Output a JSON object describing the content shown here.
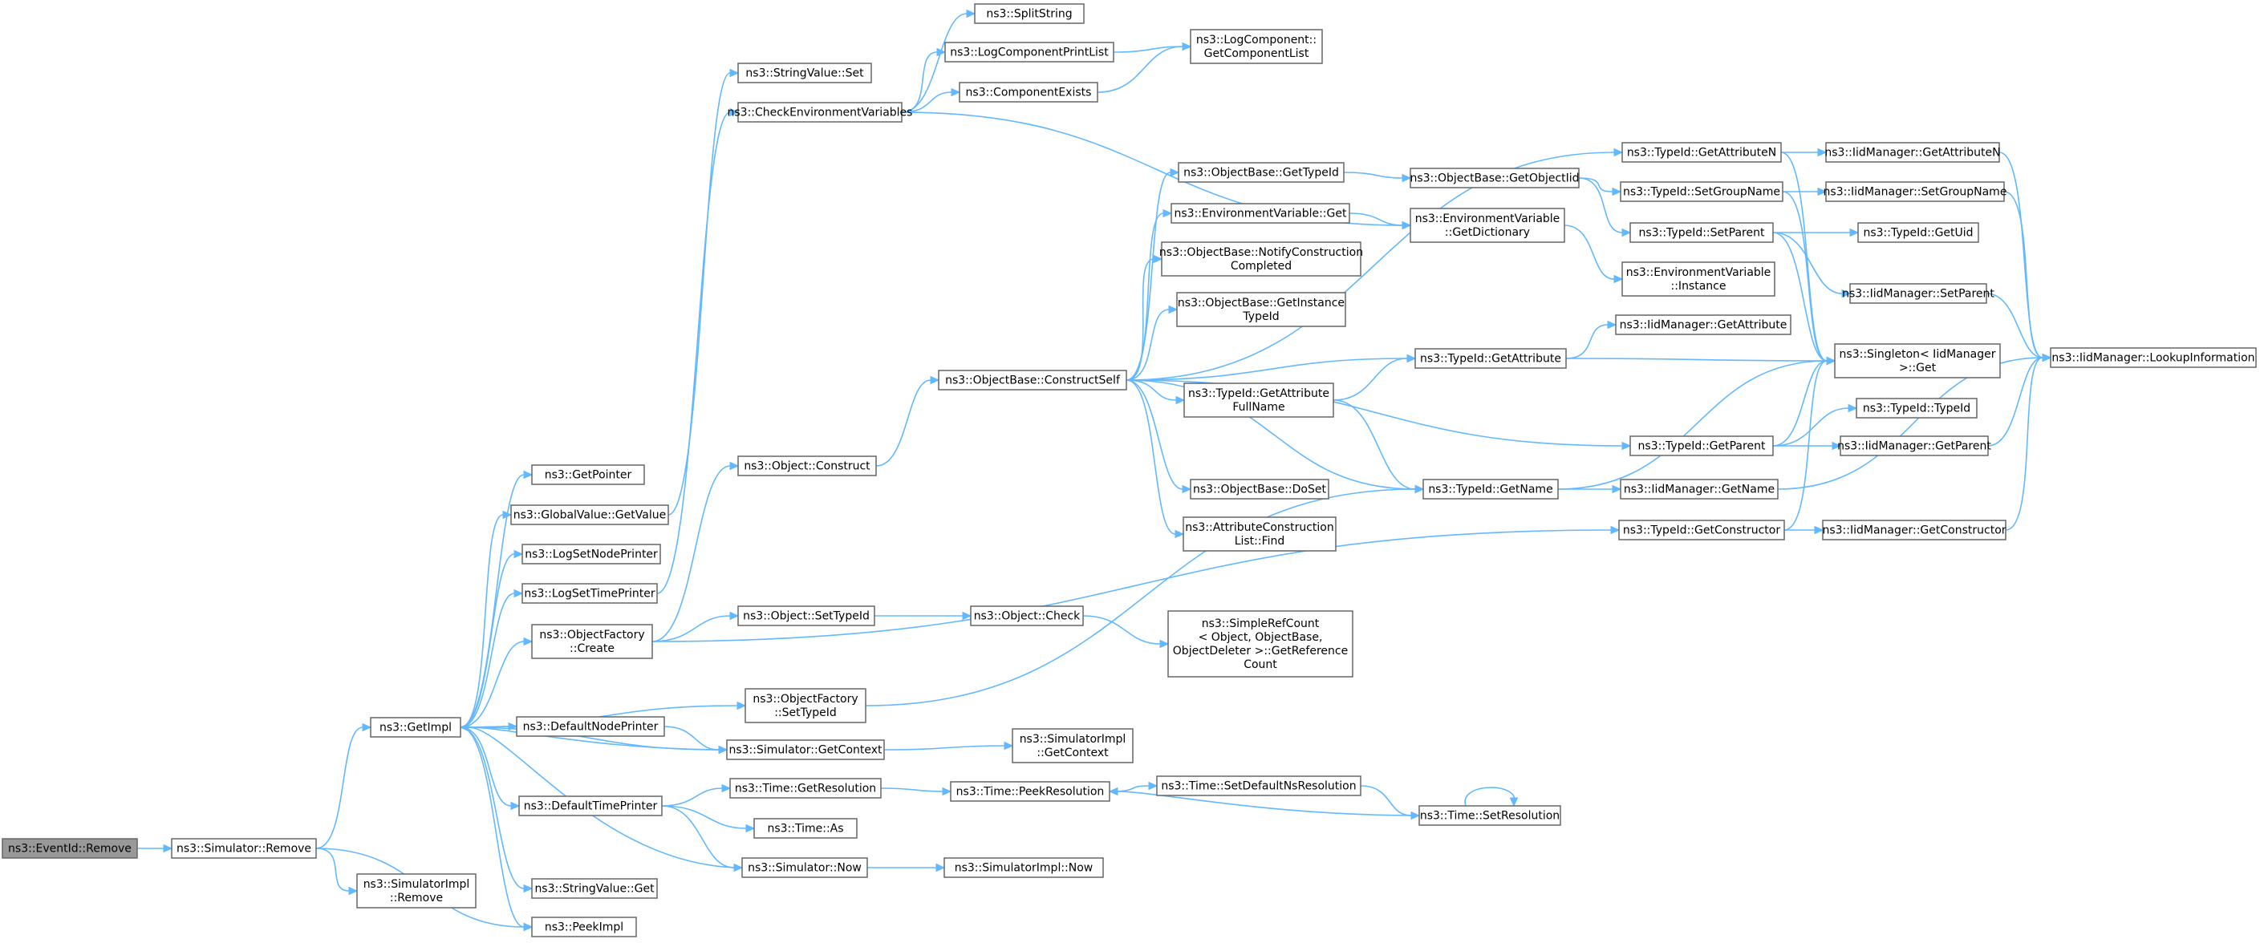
{
  "nodes": [
    {
      "id": "eventid_remove",
      "lines": [
        "ns3::EventId::Remove"
      ],
      "root": true
    },
    {
      "id": "sim_remove",
      "lines": [
        "ns3::Simulator::Remove"
      ]
    },
    {
      "id": "simimpl_remove",
      "lines": [
        "ns3::SimulatorImpl",
        "::Remove"
      ]
    },
    {
      "id": "getimpl",
      "lines": [
        "ns3::GetImpl"
      ]
    },
    {
      "id": "peekimpl",
      "lines": [
        "ns3::PeekImpl"
      ]
    },
    {
      "id": "getpointer",
      "lines": [
        "ns3::GetPointer"
      ]
    },
    {
      "id": "gv_getvalue",
      "lines": [
        "ns3::GlobalValue::GetValue"
      ]
    },
    {
      "id": "logsetnode",
      "lines": [
        "ns3::LogSetNodePrinter"
      ]
    },
    {
      "id": "logsettime",
      "lines": [
        "ns3::LogSetTimePrinter"
      ]
    },
    {
      "id": "of_create",
      "lines": [
        "ns3::ObjectFactory",
        "::Create"
      ]
    },
    {
      "id": "defnodeprinter",
      "lines": [
        "ns3::DefaultNodePrinter"
      ]
    },
    {
      "id": "deftimeprinter",
      "lines": [
        "ns3::DefaultTimePrinter"
      ]
    },
    {
      "id": "sv_get",
      "lines": [
        "ns3::StringValue::Get"
      ]
    },
    {
      "id": "sv_set",
      "lines": [
        "ns3::StringValue::Set"
      ]
    },
    {
      "id": "checkenv",
      "lines": [
        "ns3::CheckEnvironmentVariables"
      ]
    },
    {
      "id": "splitstring",
      "lines": [
        "ns3::SplitString"
      ]
    },
    {
      "id": "logcompprint",
      "lines": [
        "ns3::LogComponentPrintList"
      ]
    },
    {
      "id": "compexists",
      "lines": [
        "ns3::ComponentExists"
      ]
    },
    {
      "id": "logcomp_getlist",
      "lines": [
        "ns3::LogComponent::",
        "GetComponentList"
      ]
    },
    {
      "id": "obj_construct",
      "lines": [
        "ns3::Object::Construct"
      ]
    },
    {
      "id": "obj_settypeid",
      "lines": [
        "ns3::Object::SetTypeId"
      ]
    },
    {
      "id": "of_settypeid",
      "lines": [
        "ns3::ObjectFactory",
        "::SetTypeId"
      ]
    },
    {
      "id": "sim_getcontext",
      "lines": [
        "ns3::Simulator::GetContext"
      ]
    },
    {
      "id": "simimpl_getcontext",
      "lines": [
        "ns3::SimulatorImpl",
        "::GetContext"
      ]
    },
    {
      "id": "time_getres",
      "lines": [
        "ns3::Time::GetResolution"
      ]
    },
    {
      "id": "time_as",
      "lines": [
        "ns3::Time::As"
      ]
    },
    {
      "id": "sim_now",
      "lines": [
        "ns3::Simulator::Now"
      ]
    },
    {
      "id": "simimpl_now",
      "lines": [
        "ns3::SimulatorImpl::Now"
      ]
    },
    {
      "id": "time_peekres",
      "lines": [
        "ns3::Time::PeekResolution"
      ]
    },
    {
      "id": "time_setdefns",
      "lines": [
        "ns3::Time::SetDefaultNsResolution"
      ]
    },
    {
      "id": "time_setres",
      "lines": [
        "ns3::Time::SetResolution"
      ]
    },
    {
      "id": "obj_check",
      "lines": [
        "ns3::Object::Check"
      ]
    },
    {
      "id": "simplerefcount",
      "lines": [
        "ns3::SimpleRefCount",
        "< Object, ObjectBase,",
        "ObjectDeleter >::GetReference",
        "Count"
      ]
    },
    {
      "id": "ob_constructself",
      "lines": [
        "ns3::ObjectBase::ConstructSelf"
      ]
    },
    {
      "id": "ob_gettypeid",
      "lines": [
        "ns3::ObjectBase::GetTypeId"
      ]
    },
    {
      "id": "envvar_get",
      "lines": [
        "ns3::EnvironmentVariable::Get"
      ]
    },
    {
      "id": "ob_notify",
      "lines": [
        "ns3::ObjectBase::NotifyConstruction",
        "Completed"
      ]
    },
    {
      "id": "ob_getinstance",
      "lines": [
        "ns3::ObjectBase::GetInstance",
        "TypeId"
      ]
    },
    {
      "id": "tid_getattrfull",
      "lines": [
        "ns3::TypeId::GetAttribute",
        "FullName"
      ]
    },
    {
      "id": "ob_doset",
      "lines": [
        "ns3::ObjectBase::DoSet"
      ]
    },
    {
      "id": "acl_find",
      "lines": [
        "ns3::AttributeConstruction",
        "List::Find"
      ]
    },
    {
      "id": "ob_getobjectiid",
      "lines": [
        "ns3::ObjectBase::GetObjectIid"
      ]
    },
    {
      "id": "envvar_getdict",
      "lines": [
        "ns3::EnvironmentVariable",
        "::GetDictionary"
      ]
    },
    {
      "id": "tid_getattribute",
      "lines": [
        "ns3::TypeId::GetAttribute"
      ]
    },
    {
      "id": "tid_getname",
      "lines": [
        "ns3::TypeId::GetName"
      ]
    },
    {
      "id": "tid_getattributen",
      "lines": [
        "ns3::TypeId::GetAttributeN"
      ]
    },
    {
      "id": "tid_setgroupname",
      "lines": [
        "ns3::TypeId::SetGroupName"
      ]
    },
    {
      "id": "tid_setparent",
      "lines": [
        "ns3::TypeId::SetParent"
      ]
    },
    {
      "id": "envvar_instance",
      "lines": [
        "ns3::EnvironmentVariable",
        "::Instance"
      ]
    },
    {
      "id": "iid_getattribute",
      "lines": [
        "ns3::IidManager::GetAttribute"
      ]
    },
    {
      "id": "tid_getparent",
      "lines": [
        "ns3::TypeId::GetParent"
      ]
    },
    {
      "id": "iid_getname",
      "lines": [
        "ns3::IidManager::GetName"
      ]
    },
    {
      "id": "tid_getconstructor",
      "lines": [
        "ns3::TypeId::GetConstructor"
      ]
    },
    {
      "id": "iid_getattributen",
      "lines": [
        "ns3::IidManager::GetAttributeN"
      ]
    },
    {
      "id": "iid_setgroupname",
      "lines": [
        "ns3::IidManager::SetGroupName"
      ]
    },
    {
      "id": "tid_getuid",
      "lines": [
        "ns3::TypeId::GetUid"
      ]
    },
    {
      "id": "iid_setparent",
      "lines": [
        "ns3::IidManager::SetParent"
      ]
    },
    {
      "id": "singleton_get",
      "lines": [
        "ns3::Singleton< IidManager",
        ">::Get"
      ]
    },
    {
      "id": "tid_typeid",
      "lines": [
        "ns3::TypeId::TypeId"
      ]
    },
    {
      "id": "iid_getparent",
      "lines": [
        "ns3::IidManager::GetParent"
      ]
    },
    {
      "id": "iid_getconstructor",
      "lines": [
        "ns3::IidManager::GetConstructor"
      ]
    },
    {
      "id": "iid_lookup",
      "lines": [
        "ns3::IidManager::LookupInformation"
      ]
    }
  ],
  "edges": [
    [
      "eventid_remove",
      "sim_remove"
    ],
    [
      "sim_remove",
      "getimpl"
    ],
    [
      "sim_remove",
      "peekimpl"
    ],
    [
      "sim_remove",
      "simimpl_remove"
    ],
    [
      "getimpl",
      "getpointer"
    ],
    [
      "getimpl",
      "gv_getvalue"
    ],
    [
      "getimpl",
      "logsetnode"
    ],
    [
      "getimpl",
      "logsettime"
    ],
    [
      "getimpl",
      "of_create"
    ],
    [
      "getimpl",
      "of_settypeid"
    ],
    [
      "getimpl",
      "defnodeprinter"
    ],
    [
      "getimpl",
      "sim_getcontext"
    ],
    [
      "getimpl",
      "deftimeprinter"
    ],
    [
      "getimpl",
      "sv_get"
    ],
    [
      "getimpl",
      "peekimpl"
    ],
    [
      "sim_getcontext",
      "getimpl"
    ],
    [
      "sim_now",
      "getimpl"
    ],
    [
      "gv_getvalue",
      "sv_set"
    ],
    [
      "logsettime",
      "checkenv"
    ],
    [
      "checkenv",
      "splitstring"
    ],
    [
      "checkenv",
      "logcompprint"
    ],
    [
      "checkenv",
      "compexists"
    ],
    [
      "checkenv",
      "envvar_getdict"
    ],
    [
      "logcompprint",
      "logcomp_getlist"
    ],
    [
      "compexists",
      "logcomp_getlist"
    ],
    [
      "of_create",
      "obj_construct"
    ],
    [
      "of_create",
      "obj_settypeid"
    ],
    [
      "of_create",
      "tid_getconstructor"
    ],
    [
      "obj_construct",
      "ob_constructself"
    ],
    [
      "obj_settypeid",
      "obj_check"
    ],
    [
      "obj_check",
      "simplerefcount"
    ],
    [
      "of_settypeid",
      "tid_getname"
    ],
    [
      "defnodeprinter",
      "sim_getcontext"
    ],
    [
      "sim_getcontext",
      "simimpl_getcontext"
    ],
    [
      "deftimeprinter",
      "time_getres"
    ],
    [
      "deftimeprinter",
      "time_as"
    ],
    [
      "deftimeprinter",
      "sim_now"
    ],
    [
      "time_getres",
      "time_peekres"
    ],
    [
      "sim_now",
      "simimpl_now"
    ],
    [
      "time_peekres",
      "time_setdefns"
    ],
    [
      "time_setdefns",
      "time_setres"
    ],
    [
      "time_setres",
      "time_peekres"
    ],
    [
      "time_setres",
      "time_setres"
    ],
    [
      "ob_constructself",
      "ob_gettypeid"
    ],
    [
      "ob_constructself",
      "envvar_get"
    ],
    [
      "ob_constructself",
      "ob_notify"
    ],
    [
      "ob_constructself",
      "ob_getinstance"
    ],
    [
      "ob_constructself",
      "tid_getattribute"
    ],
    [
      "ob_constructself",
      "tid_getattrfull"
    ],
    [
      "ob_constructself",
      "ob_doset"
    ],
    [
      "ob_constructself",
      "acl_find"
    ],
    [
      "ob_constructself",
      "tid_getname"
    ],
    [
      "ob_constructself",
      "tid_getparent"
    ],
    [
      "ob_constructself",
      "tid_getattributen"
    ],
    [
      "ob_gettypeid",
      "ob_getobjectiid"
    ],
    [
      "envvar_get",
      "envvar_getdict"
    ],
    [
      "tid_getattrfull",
      "tid_getattribute"
    ],
    [
      "tid_getattrfull",
      "tid_getname"
    ],
    [
      "ob_getobjectiid",
      "tid_setgroupname"
    ],
    [
      "ob_getobjectiid",
      "tid_setparent"
    ],
    [
      "envvar_getdict",
      "envvar_instance"
    ],
    [
      "tid_getattribute",
      "iid_getattribute"
    ],
    [
      "tid_getattribute",
      "singleton_get"
    ],
    [
      "tid_getname",
      "iid_getname"
    ],
    [
      "tid_getname",
      "singleton_get"
    ],
    [
      "tid_getattributen",
      "iid_getattributen"
    ],
    [
      "tid_getattributen",
      "singleton_get"
    ],
    [
      "tid_setgroupname",
      "iid_setgroupname"
    ],
    [
      "tid_setgroupname",
      "singleton_get"
    ],
    [
      "tid_setparent",
      "tid_getuid"
    ],
    [
      "tid_setparent",
      "iid_setparent"
    ],
    [
      "tid_setparent",
      "singleton_get"
    ],
    [
      "tid_getparent",
      "singleton_get"
    ],
    [
      "tid_getparent",
      "tid_typeid"
    ],
    [
      "tid_getparent",
      "iid_getparent"
    ],
    [
      "tid_getconstructor",
      "singleton_get"
    ],
    [
      "tid_getconstructor",
      "iid_getconstructor"
    ],
    [
      "iid_getattributen",
      "iid_lookup"
    ],
    [
      "iid_setgroupname",
      "iid_lookup"
    ],
    [
      "iid_setparent",
      "iid_lookup"
    ],
    [
      "iid_getparent",
      "iid_lookup"
    ],
    [
      "iid_getname",
      "iid_lookup"
    ],
    [
      "iid_getconstructor",
      "iid_lookup"
    ]
  ]
}
